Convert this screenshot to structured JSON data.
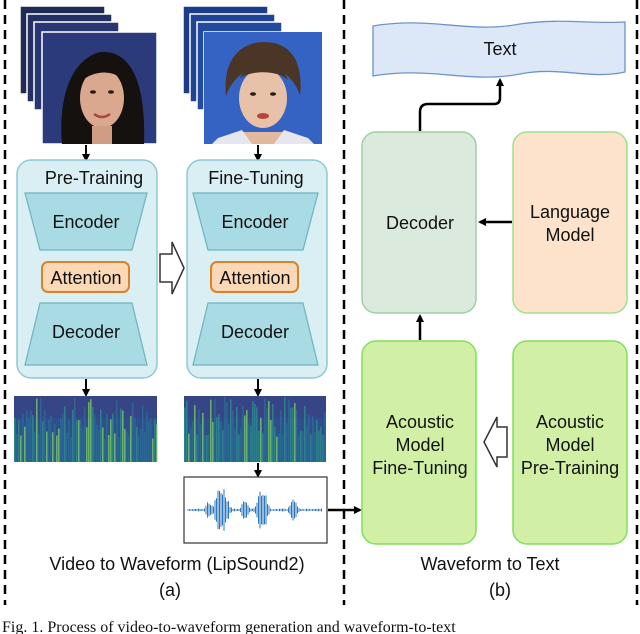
{
  "panel_a": {
    "pretrain_title": "Pre-Training",
    "finetune_title": "Fine-Tuning",
    "encoder": "Encoder",
    "attention": "Attention",
    "decoder": "Decoder",
    "panel_caption": "Video to Waveform (LipSound2)",
    "panel_label": "(a)"
  },
  "panel_b": {
    "text_output": "Text",
    "decoder": "Decoder",
    "language_model": [
      "Language",
      "Model"
    ],
    "acoustic_finetune": [
      "Acoustic",
      "Model",
      "Fine-Tuning"
    ],
    "acoustic_pretrain": [
      "Acoustic",
      "Model",
      "Pre-Training"
    ],
    "panel_caption": "Waveform to Text",
    "panel_label": "(b)"
  },
  "figure_caption": "Fig. 1.   Process of video-to-waveform generation and waveform-to-text",
  "colors": {
    "block_fill": "#d9eff3",
    "block_stroke": "#8ec9d3",
    "trapezoid_fill": "#a8dbe3",
    "attention_fill": "#fcd9b6",
    "attention_stroke": "#d9822b",
    "text_fill": "#dce8f8",
    "text_stroke": "#6f93c9",
    "decoder_fill": "#dbeadc",
    "decoder_stroke": "#9fcfa2",
    "language_fill": "#fde2cc",
    "language_stroke": "#9fe08c",
    "acoustic_fill": "#d2f0a5",
    "acoustic_stroke": "#7fe05a",
    "spectrogram": "#2d7a8a",
    "waveform": "#2c77b9"
  }
}
